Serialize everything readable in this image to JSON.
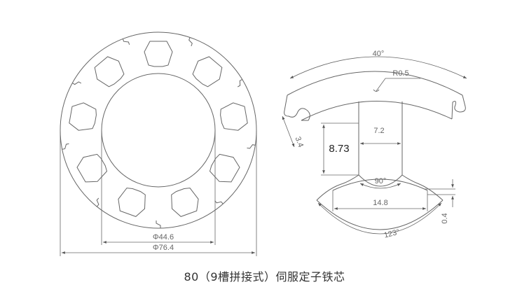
{
  "caption": "80（9槽拼接式）伺服定子铁芯",
  "stator_view": {
    "slot_count": 9,
    "inner_diameter_label": "Φ44.6",
    "outer_diameter_label": "Φ76.4"
  },
  "tooth_detail": {
    "arc_angle_label": "40°",
    "radius_label": "R0.5",
    "yoke_thickness_label": "3.4",
    "tooth_width_label": "7.2",
    "tooth_height_label": "8.73",
    "shoe_angle_label": "90°",
    "shoe_width_label": "14.8",
    "shoe_tip_label": "0.4",
    "shoe_arc_label": "123°"
  },
  "colors": {
    "line": "#555555",
    "dim": "#666666",
    "text": "#333333"
  }
}
